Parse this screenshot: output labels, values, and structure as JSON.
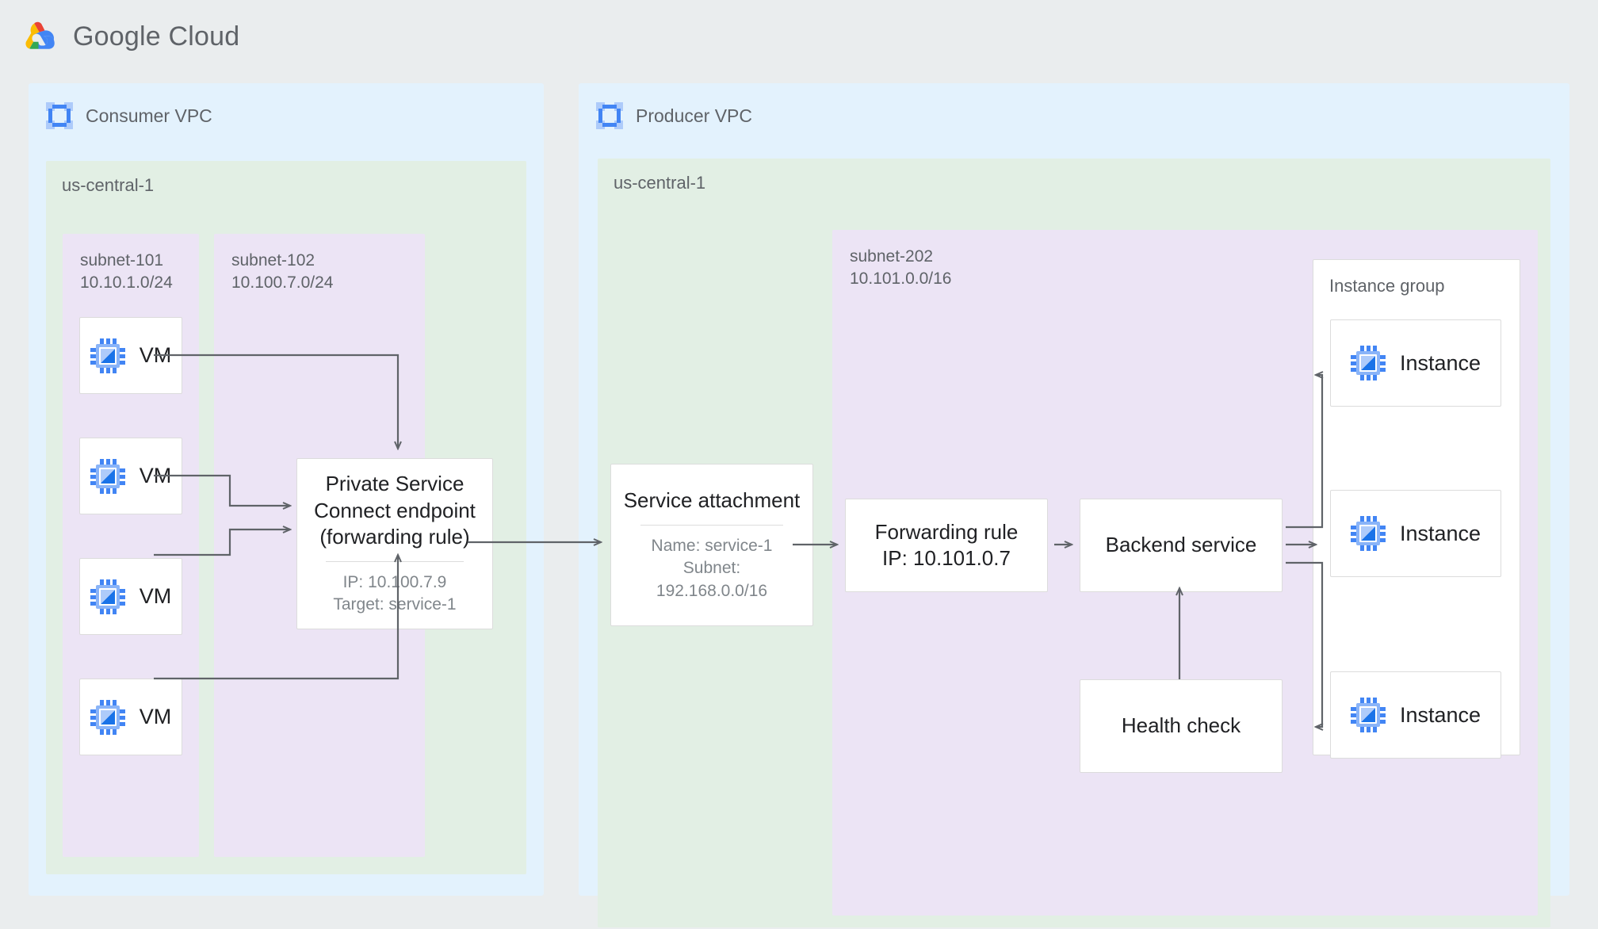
{
  "brand": {
    "name": "Google Cloud",
    "logo_icon": "google-cloud-logo"
  },
  "consumer_vpc": {
    "title": "Consumer VPC",
    "icon": "vpc-icon",
    "region": {
      "name": "us-central-1"
    },
    "subnets": [
      {
        "id": "subnet-101",
        "label": "subnet-101\n10.10.1.0/24",
        "name": "subnet-101",
        "cidr": "10.10.1.0/24"
      },
      {
        "id": "subnet-102",
        "label": "subnet-102\n10.100.7.0/24",
        "name": "subnet-102",
        "cidr": "10.100.7.0/24"
      }
    ],
    "vms": [
      {
        "label": "VM",
        "icon": "vm-chip-icon"
      },
      {
        "label": "VM",
        "icon": "vm-chip-icon"
      },
      {
        "label": "VM",
        "icon": "vm-chip-icon"
      },
      {
        "label": "VM",
        "icon": "vm-chip-icon"
      }
    ],
    "psc_endpoint": {
      "title": "Private Service\nConnect endpoint\n(forwarding rule)",
      "details": "IP: 10.100.7.9\nTarget: service-1",
      "ip": "10.100.7.9",
      "target": "service-1"
    }
  },
  "producer_vpc": {
    "title": "Producer VPC",
    "icon": "vpc-icon",
    "region": {
      "name": "us-central-1"
    },
    "subnet": {
      "id": "subnet-202",
      "label": "subnet-202\n10.101.0.0/16",
      "name": "subnet-202",
      "cidr": "10.101.0.0/16"
    },
    "service_attachment": {
      "title": "Service attachment",
      "details": "Name: service-1\nSubnet:\n192.168.0.0/16",
      "name": "service-1",
      "subnet": "192.168.0.0/16"
    },
    "forwarding_rule": {
      "title": "Forwarding rule\nIP: 10.101.0.7",
      "ip": "10.101.0.7"
    },
    "backend_service": {
      "title": "Backend service"
    },
    "health_check": {
      "title": "Health check"
    },
    "instance_group": {
      "title": "Instance group",
      "instances": [
        {
          "label": "Instance",
          "icon": "vm-chip-icon"
        },
        {
          "label": "Instance",
          "icon": "vm-chip-icon"
        },
        {
          "label": "Instance",
          "icon": "vm-chip-icon"
        }
      ]
    }
  },
  "colors": {
    "page_background": "#eaedee",
    "vpc_background": "#e3f2fd",
    "region_background": "#e2efe4",
    "subnet_background": "#ece4f5",
    "node_background": "#ffffff",
    "connector": "#5f6368",
    "icon_blue": "#4285f4",
    "icon_light_blue": "#aecbfa",
    "text_primary": "#202124",
    "text_secondary": "#5f6368",
    "text_muted": "#80868b"
  }
}
